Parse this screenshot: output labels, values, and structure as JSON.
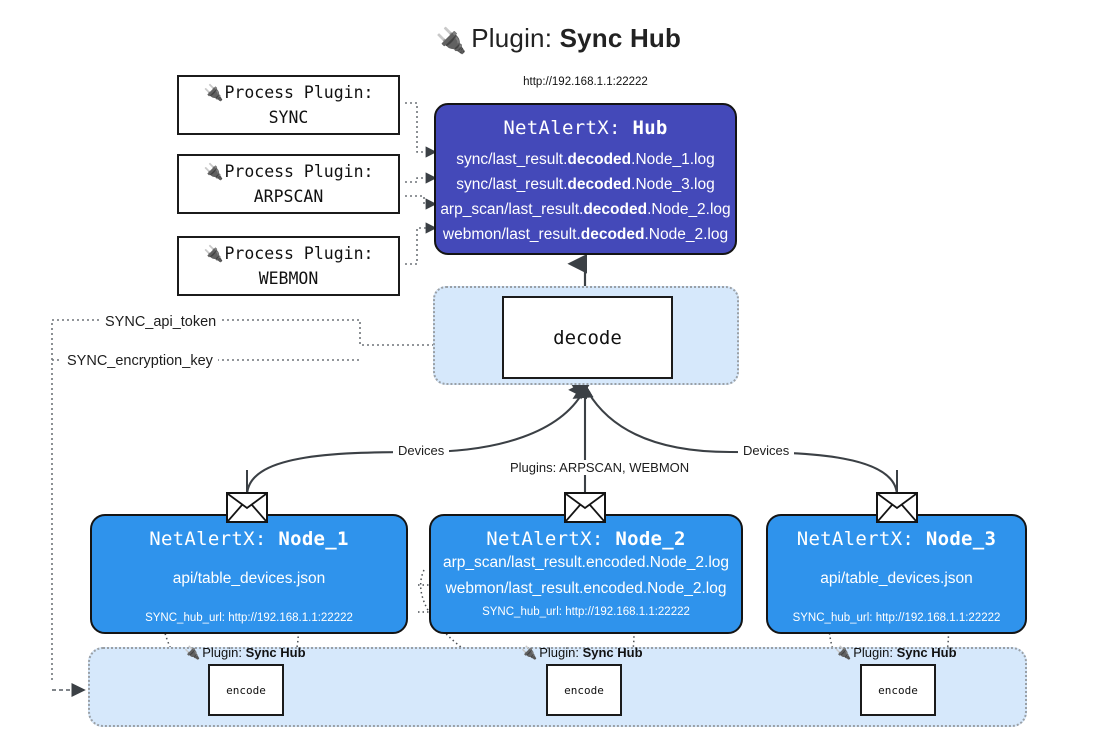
{
  "title": {
    "icon": "plug-icon",
    "prefix": "Plugin:",
    "name": "Sync Hub"
  },
  "colors": {
    "hub_fill": "#4449b9",
    "node_fill": "#2f93ec",
    "container_fill": "#d6e8fb",
    "border": "#141414",
    "page_bg": "#ffffff"
  },
  "process_plugins": [
    {
      "line1": "Process Plugin:",
      "line2": "SYNC",
      "icon": "plug-icon"
    },
    {
      "line1": "Process Plugin:",
      "line2": "ARPSCAN",
      "icon": "plug-icon"
    },
    {
      "line1": "Process Plugin:",
      "line2": "WEBMON",
      "icon": "plug-icon"
    }
  ],
  "hub": {
    "url": "http://192.168.1.1:22222",
    "title_prefix": "NetAlertX:",
    "title_name": "Hub",
    "logs": [
      {
        "pre": "sync/last_result.",
        "bold": "decoded",
        "post": ".Node_1.log"
      },
      {
        "pre": "sync/last_result.",
        "bold": "decoded",
        "post": ".Node_3.log"
      },
      {
        "pre": "arp_scan/last_result.",
        "bold": "decoded",
        "post": ".Node_2.log"
      },
      {
        "pre": "webmon/last_result.",
        "bold": "decoded",
        "post": ".Node_2.log"
      }
    ]
  },
  "decode": {
    "label": "decode"
  },
  "keys": [
    {
      "label": "SYNC_api_token"
    },
    {
      "label": "SYNC_encryption_key"
    }
  ],
  "edge_labels": {
    "devices_left": "Devices",
    "devices_right": "Devices",
    "plugins_center": "Plugins: ARPSCAN, WEBMON"
  },
  "nodes": [
    {
      "title_prefix": "NetAlertX:",
      "title_name": "Node_1",
      "lines": [
        "api/table_devices.json"
      ],
      "url_label": "SYNC_hub_url: http://192.168.1.1:22222",
      "icon": "envelope-icon"
    },
    {
      "title_prefix": "NetAlertX:",
      "title_name": "Node_2",
      "lines": [
        "arp_scan/last_result.encoded.Node_2.log",
        "webmon/last_result.encoded.Node_2.log"
      ],
      "url_label": "SYNC_hub_url: http://192.168.1.1:22222",
      "icon": "envelope-icon"
    },
    {
      "title_prefix": "NetAlertX:",
      "title_name": "Node_3",
      "lines": [
        "api/table_devices.json"
      ],
      "url_label": "SYNC_hub_url: http://192.168.1.1:22222",
      "icon": "envelope-icon"
    }
  ],
  "encoders": [
    {
      "plugin_prefix": "Plugin:",
      "plugin_name": "Sync Hub",
      "label": "encode",
      "icon": "plug-icon"
    },
    {
      "plugin_prefix": "Plugin:",
      "plugin_name": "Sync Hub",
      "label": "encode",
      "icon": "plug-icon"
    },
    {
      "plugin_prefix": "Plugin:",
      "plugin_name": "Sync Hub",
      "label": "encode",
      "icon": "plug-icon"
    }
  ]
}
